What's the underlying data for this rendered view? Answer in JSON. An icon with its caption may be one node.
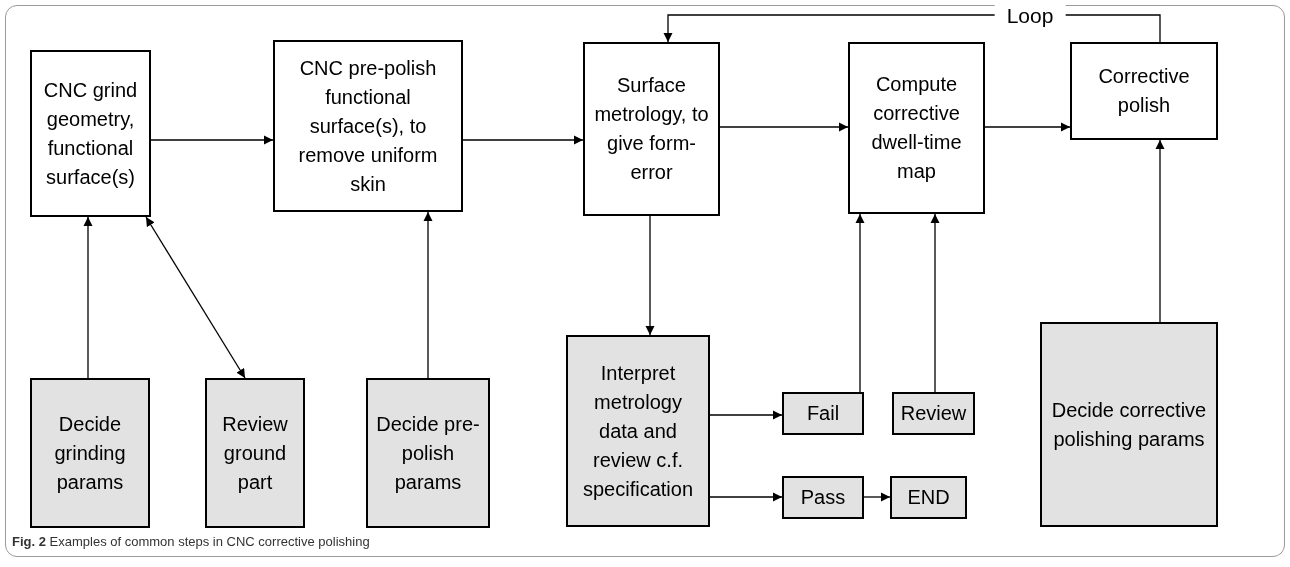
{
  "diagram": {
    "caption": "**Fig. 2** Examples of common steps in CNC corrective polishing",
    "nodes": [
      {
        "text": [
          "CNC grind geometry, functional surface(s)"
        ]
      },
      {
        "text": [
          "CNC pre-polish functional surface(s), to remove uniform skin"
        ]
      },
      {
        "text": [
          "Surface metrology, to give form-error"
        ]
      },
      {
        "text": [
          "Compute corrective dwell-time map"
        ]
      },
      {
        "text": [
          "Corrective polish"
        ]
      },
      {
        "text": [
          "Decide grinding params"
        ]
      },
      {
        "text": [
          "Review ground part"
        ]
      },
      {
        "text": [
          "Decide pre-polish params"
        ]
      },
      {
        "text": [
          "Interpret metrology data and review c.f. specification"
        ]
      },
      {
        "text": [
          "Fail"
        ]
      },
      {
        "text": [
          "Review"
        ]
      },
      {
        "text": [
          "Pass"
        ]
      },
      {
        "text": [
          "END"
        ]
      },
      {
        "text": [
          "Decide corrective polishing params"
        ]
      }
    ],
    "edges": [
      {
        "from": 0,
        "to": 1,
        "arrow": "to"
      },
      {
        "from": 1,
        "to": 2,
        "arrow": "to"
      },
      {
        "from": 2,
        "to": 3,
        "arrow": "to"
      },
      {
        "from": 3,
        "to": 4,
        "arrow": "to"
      },
      {
        "from": 4,
        "to": 2,
        "arrow": "to",
        "label": "Loop"
      },
      {
        "from": 5,
        "to": 0,
        "arrow": "to"
      },
      {
        "from": 6,
        "to": 0,
        "arrow": "both"
      },
      {
        "from": 7,
        "to": 1,
        "arrow": "to"
      },
      {
        "from": 2,
        "to": 8,
        "arrow": "to"
      },
      {
        "from": 8,
        "to": 9,
        "arrow": "to"
      },
      {
        "from": 8,
        "to": 11,
        "arrow": "to"
      },
      {
        "from": 9,
        "to": 3,
        "arrow": "to"
      },
      {
        "from": 10,
        "to": 3,
        "arrow": "to"
      },
      {
        "from": 11,
        "to": 12,
        "arrow": "to"
      },
      {
        "from": 13,
        "to": 4,
        "arrow": "to"
      }
    ]
  }
}
